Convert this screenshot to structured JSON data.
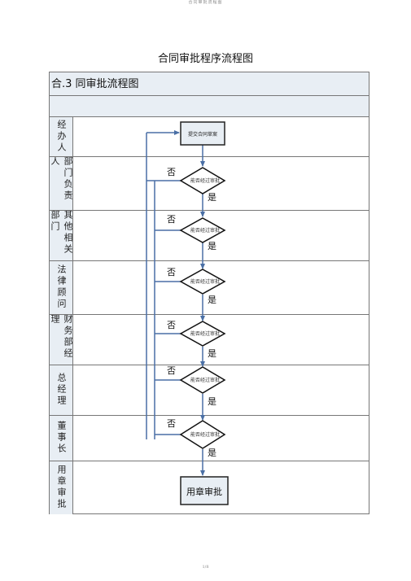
{
  "header_text": "合同审批流程图",
  "doc_title": "合同审批程序流程图",
  "sheet_title": "合.3 同审批流程图",
  "lanes": [
    {
      "label": "经办人"
    },
    {
      "label": "部门负责人"
    },
    {
      "label": "其他相关部门"
    },
    {
      "label": "法律顾问"
    },
    {
      "label": "财务部经理"
    },
    {
      "label": "总经理"
    },
    {
      "label": "董事长"
    },
    {
      "label": "用章审批"
    }
  ],
  "start_box": "提交合同草案",
  "decision_text": "能否经过审批",
  "no_label": "否",
  "yes_label": "是",
  "end_box": "用章审批",
  "page_footer": "1/8",
  "colors": {
    "header_fill": "#e8eef4",
    "arrow": "#4a6fa5",
    "border": "#777777"
  }
}
